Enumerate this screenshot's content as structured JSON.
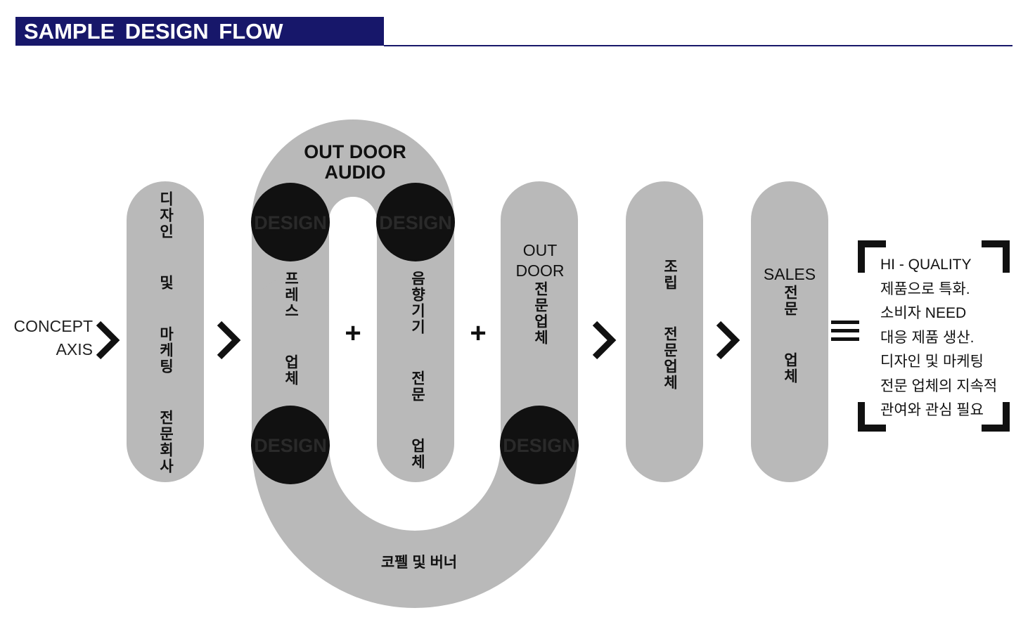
{
  "header": {
    "title": "SAMPLE DESIGN FLOW"
  },
  "concept_axis": {
    "line1": "CONCEPT",
    "line2": "AXIS"
  },
  "stages": {
    "design_marketing": "디자인  및  마케팅  전문회사",
    "outdoor_audio_title_1": "OUT DOOR",
    "outdoor_audio_title_2": "AUDIO",
    "press": "프레스  업체",
    "audio_equipment": "음향기기  전문  업체",
    "outdoor_specialist_1": "OUT",
    "outdoor_specialist_2": "DOOR",
    "outdoor_specialist_3": "전문업체",
    "cone_banner": "코펠 및 버너",
    "assembly": "조립  전문업체",
    "sales_1": "SALES",
    "sales_2": "전문  업체"
  },
  "design_label": "DESIGN",
  "operators": {
    "plus": "+"
  },
  "result": {
    "lines": [
      "HI - QUALITY",
      "제품으로 특화.",
      "소비자 NEED",
      "대응 제품 생산.",
      "디자인 및 마케팅",
      "전문 업체의 지속적",
      "관여와 관심 필요"
    ]
  },
  "colors": {
    "navy": "#17176a",
    "pill": "#b9b9b9",
    "circle": "#111111"
  }
}
